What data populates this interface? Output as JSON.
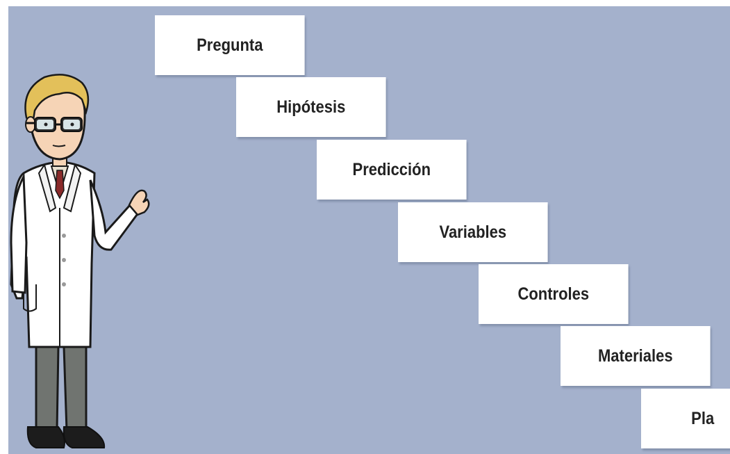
{
  "steps": [
    {
      "label": "Pregunta"
    },
    {
      "label": "Hipótesis"
    },
    {
      "label": "Predicción"
    },
    {
      "label": "Variables"
    },
    {
      "label": "Controles"
    },
    {
      "label": "Materiales"
    },
    {
      "label": "Pla"
    }
  ],
  "colors": {
    "background": "#a4b1cc",
    "box": "#ffffff",
    "text": "#222222"
  },
  "illustration": {
    "figure": "scientist-in-lab-coat"
  }
}
